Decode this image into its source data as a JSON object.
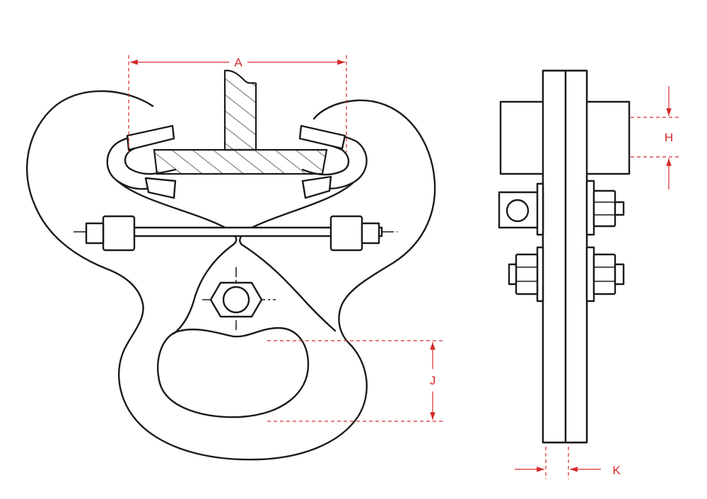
{
  "dimensions": {
    "a": "A",
    "h": "H",
    "j": "J",
    "k": "K"
  },
  "colors": {
    "line": "#1a1a1a",
    "dimension": "#d42a2a",
    "background": "#ffffff"
  }
}
